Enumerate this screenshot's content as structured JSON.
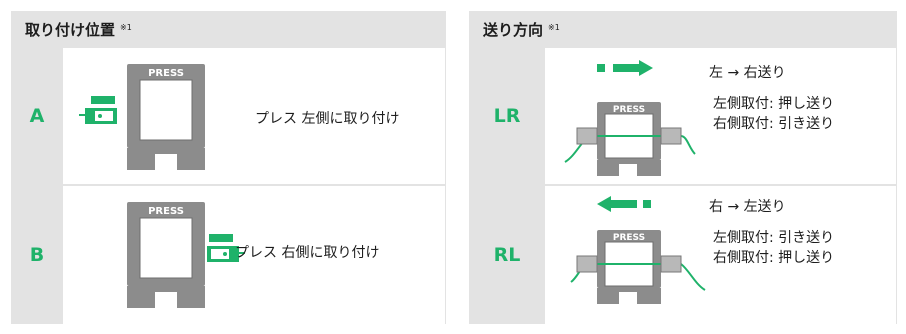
{
  "mounting": {
    "title": "取り付け位置",
    "note": "※1",
    "rows": [
      {
        "label": "A",
        "press": "PRESS",
        "caption": "プレス 左側に取り付け"
      },
      {
        "label": "B",
        "press": "PRESS",
        "caption": "プレス 右側に取り付け"
      }
    ]
  },
  "feed": {
    "title": "送り方向",
    "note": "※1",
    "rows": [
      {
        "label": "LR",
        "press": "PRESS",
        "direction": "左 → 右送り",
        "lines": [
          "左側取付: 押し送り",
          "右側取付: 引き送り"
        ]
      },
      {
        "label": "RL",
        "press": "PRESS",
        "direction": "右 → 左送り",
        "lines": [
          "左側取付: 引き送り",
          "右側取付: 押し送り"
        ]
      }
    ]
  },
  "colors": {
    "accent": "#1fb26a",
    "panel_gray": "#e3e3e3",
    "press_gray": "#8c8c8c"
  }
}
